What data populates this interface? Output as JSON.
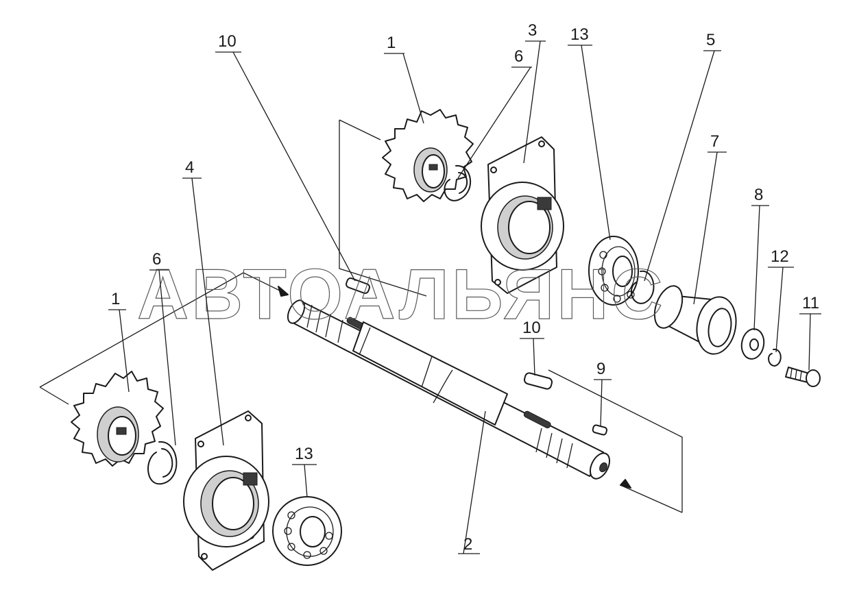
{
  "diagram": {
    "watermark": "АВТОАЛЬЯНС",
    "callouts": [
      {
        "id": "top-sprocket",
        "number": "1"
      },
      {
        "id": "top-circlip",
        "number": "6"
      },
      {
        "id": "top-flange-housing",
        "number": "3"
      },
      {
        "id": "right-bearing",
        "number": "13"
      },
      {
        "id": "right-circlip",
        "number": "5"
      },
      {
        "id": "bushing",
        "number": "7"
      },
      {
        "id": "washer",
        "number": "8"
      },
      {
        "id": "lock-washer",
        "number": "12"
      },
      {
        "id": "bolt",
        "number": "11"
      },
      {
        "id": "top-key",
        "number": "10"
      },
      {
        "id": "shaft-key",
        "number": "10"
      },
      {
        "id": "small-key",
        "number": "9"
      },
      {
        "id": "shaft",
        "number": "2"
      },
      {
        "id": "left-flange-housing",
        "number": "4"
      },
      {
        "id": "left-circlip",
        "number": "6"
      },
      {
        "id": "left-sprocket",
        "number": "1"
      },
      {
        "id": "left-bearing",
        "number": "13"
      }
    ]
  }
}
